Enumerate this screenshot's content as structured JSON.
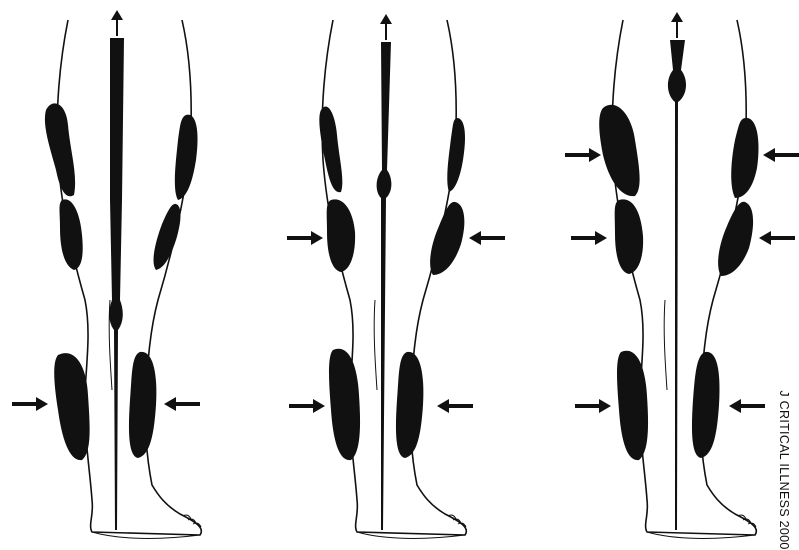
{
  "figure": {
    "panel_count": 3,
    "credit_text": "J CRITICAL ILLNESS 2000"
  },
  "colors": {
    "ink": "#111111",
    "paper": "#ffffff"
  },
  "icons": {
    "compression_arrow": "arrow-icon",
    "venous_flow_arrow": "arrow-up-icon"
  },
  "panels": [
    {
      "name": "stage-1",
      "compressed_chambers": [
        "ankle-calf"
      ],
      "vein_bulge": "knee"
    },
    {
      "name": "stage-2",
      "compressed_chambers": [
        "ankle-calf",
        "knee"
      ],
      "vein_bulge": "mid-thigh"
    },
    {
      "name": "stage-3",
      "compressed_chambers": [
        "ankle-calf",
        "knee",
        "thigh"
      ],
      "vein_bulge": "upper-thigh"
    }
  ]
}
